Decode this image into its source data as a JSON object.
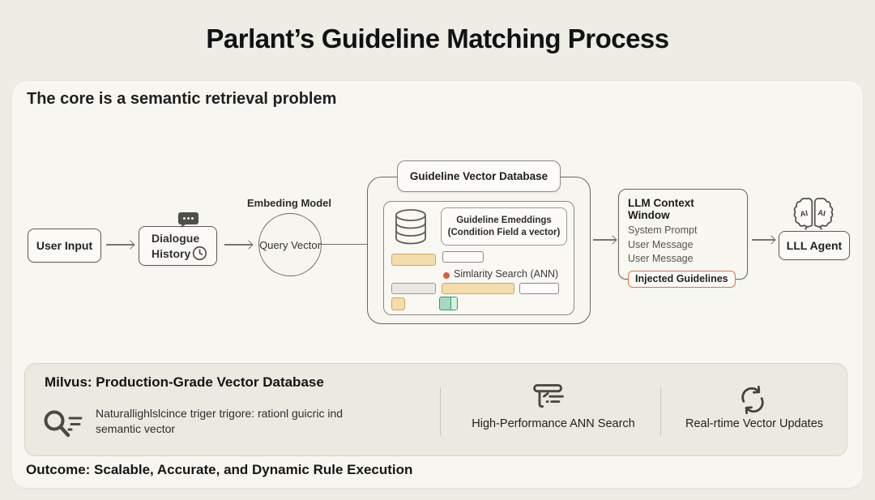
{
  "page": {
    "title": "Parlant’s Guideline Matching Process",
    "subtitle": "The core is a semantic retrieval problem",
    "outcome": "Outcome: Scalable, Accurate, and Dynamic Rule Execution"
  },
  "flow": {
    "user_input": {
      "label": "User Input"
    },
    "dialogue_history": {
      "line1": "Dialogue",
      "line2": "History"
    },
    "embedding": {
      "caption": "Embeding Model",
      "node": "Query Vector"
    },
    "vector_db": {
      "title": "Guideline Vector Database",
      "emb_line1": "Guideline Emeddings",
      "emb_line2": "(Condition Field a vector)",
      "similarity": "Simlarity Search (ANN)"
    },
    "llm_context": {
      "title": "LLM Context Window",
      "lines": [
        "System Prompt",
        "User Message",
        "User Message"
      ],
      "injected": "Injected Guidelines"
    },
    "agent": {
      "label": "LLL Agent",
      "ai_left": "AI",
      "ai_right": "AI"
    }
  },
  "milvus": {
    "title": "Milvus: Production-Grade Vector Database",
    "semantic_line1": "Naturallighlslcince triger trigore: rationl guicric ind",
    "semantic_line2": "semantic vector",
    "ann_label": "High-Performance ANN Search",
    "updates_label": "Real-rtime Vector Updates"
  },
  "colors": {
    "background": "#edece5",
    "card": "#f7f6f1",
    "accent_orange": "#d9744d",
    "bar_tan": "#f4dcab",
    "teal": "#a6d9bd",
    "dot_orange": "#e05a3c"
  }
}
